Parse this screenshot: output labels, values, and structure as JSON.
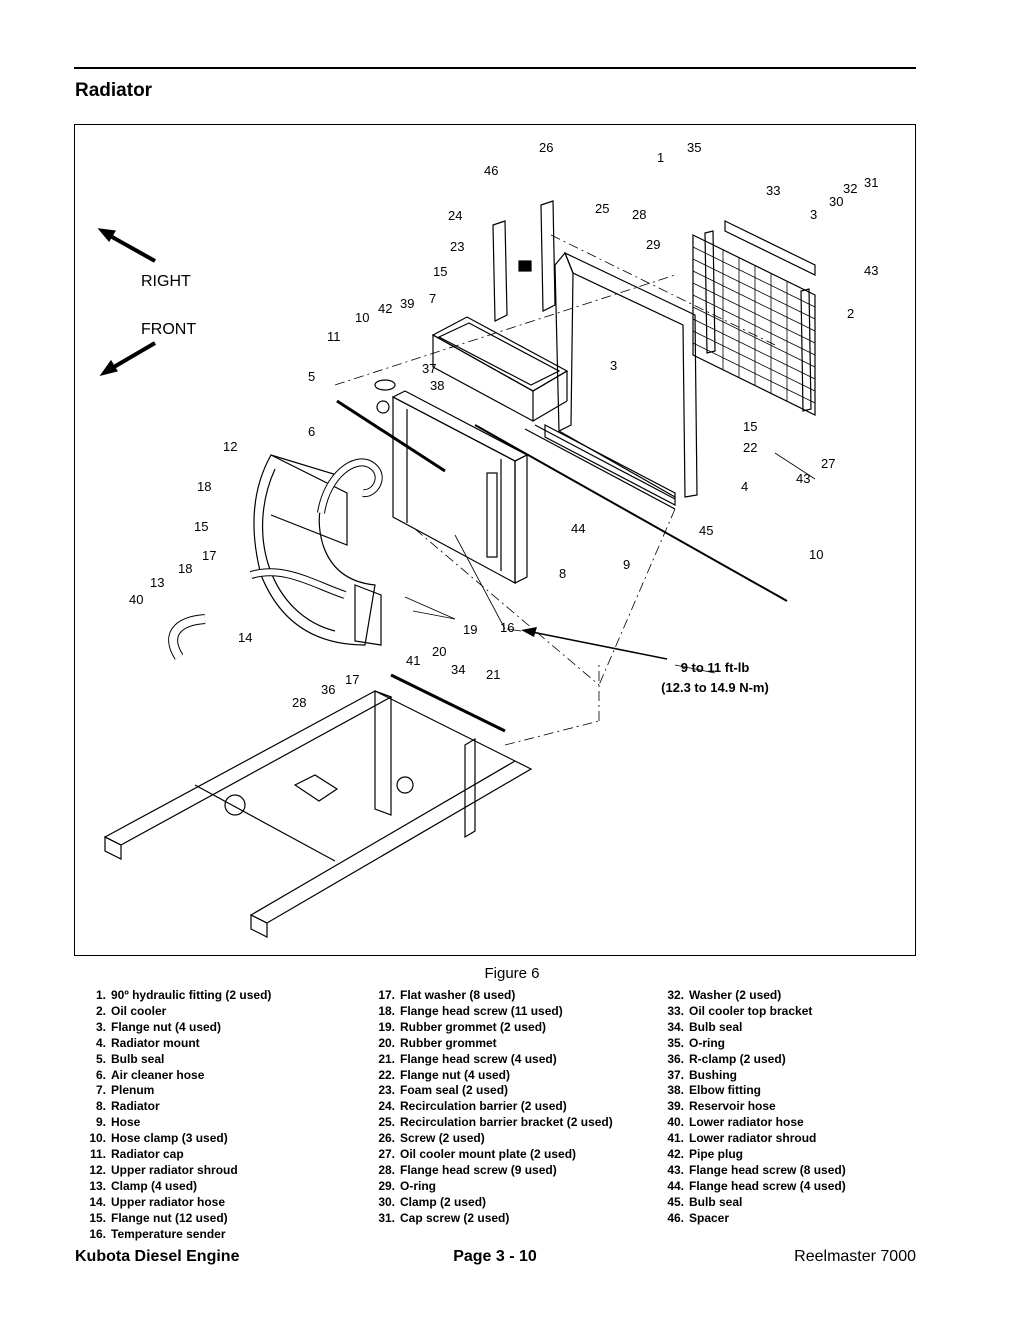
{
  "section_title": "Radiator",
  "figure": {
    "caption": "Figure 6",
    "direction_labels": {
      "right": "RIGHT",
      "front": "FRONT"
    },
    "torque_spec": {
      "line1": "9 to 11 ft-lb",
      "line2": "(12.3 to 14.9 N-m)"
    },
    "callouts": [
      "26",
      "35",
      "1",
      "46",
      "33",
      "32",
      "31",
      "30",
      "3",
      "24",
      "25",
      "28",
      "29",
      "23",
      "43",
      "15",
      "2",
      "42",
      "39",
      "7",
      "10",
      "11",
      "3",
      "37",
      "38",
      "5",
      "15",
      "22",
      "6",
      "12",
      "27",
      "43",
      "4",
      "18",
      "44",
      "45",
      "15",
      "17",
      "18",
      "9",
      "10",
      "13",
      "40",
      "8",
      "16",
      "19",
      "14",
      "20",
      "41",
      "34",
      "21",
      "17",
      "36",
      "28"
    ]
  },
  "legend": {
    "col1": [
      {
        "num": "1.",
        "text": "90º hydraulic fitting (2 used)"
      },
      {
        "num": "2.",
        "text": "Oil cooler"
      },
      {
        "num": "3.",
        "text": "Flange nut (4 used)"
      },
      {
        "num": "4.",
        "text": "Radiator mount"
      },
      {
        "num": "5.",
        "text": "Bulb seal"
      },
      {
        "num": "6.",
        "text": "Air cleaner hose"
      },
      {
        "num": "7.",
        "text": "Plenum"
      },
      {
        "num": "8.",
        "text": "Radiator"
      },
      {
        "num": "9.",
        "text": "Hose"
      },
      {
        "num": "10.",
        "text": "Hose clamp (3 used)"
      },
      {
        "num": "11.",
        "text": "Radiator cap"
      },
      {
        "num": "12.",
        "text": "Upper radiator shroud"
      },
      {
        "num": "13.",
        "text": "Clamp (4 used)"
      },
      {
        "num": "14.",
        "text": "Upper radiator hose"
      },
      {
        "num": "15.",
        "text": "Flange nut (12 used)"
      },
      {
        "num": "16.",
        "text": "Temperature sender"
      }
    ],
    "col2": [
      {
        "num": "17.",
        "text": "Flat washer (8 used)"
      },
      {
        "num": "18.",
        "text": "Flange head screw (11 used)"
      },
      {
        "num": "19.",
        "text": "Rubber grommet (2 used)"
      },
      {
        "num": "20.",
        "text": "Rubber grommet"
      },
      {
        "num": "21.",
        "text": "Flange head screw (4 used)"
      },
      {
        "num": "22.",
        "text": "Flange nut (4 used)"
      },
      {
        "num": "23.",
        "text": "Foam seal (2 used)"
      },
      {
        "num": "24.",
        "text": "Recirculation barrier (2 used)"
      },
      {
        "num": "25.",
        "text": "Recirculation barrier bracket (2 used)"
      },
      {
        "num": "26.",
        "text": "Screw (2 used)"
      },
      {
        "num": "27.",
        "text": "Oil cooler mount plate (2 used)"
      },
      {
        "num": "28.",
        "text": "Flange head screw (9 used)"
      },
      {
        "num": "29.",
        "text": "O-ring"
      },
      {
        "num": "30.",
        "text": "Clamp (2 used)"
      },
      {
        "num": "31.",
        "text": "Cap screw (2 used)"
      }
    ],
    "col3": [
      {
        "num": "32.",
        "text": "Washer (2 used)"
      },
      {
        "num": "33.",
        "text": "Oil cooler top bracket"
      },
      {
        "num": "34.",
        "text": "Bulb seal"
      },
      {
        "num": "35.",
        "text": "O-ring"
      },
      {
        "num": "36.",
        "text": "R-clamp (2 used)"
      },
      {
        "num": "37.",
        "text": "Bushing"
      },
      {
        "num": "38.",
        "text": "Elbow fitting"
      },
      {
        "num": "39.",
        "text": "Reservoir hose"
      },
      {
        "num": "40.",
        "text": "Lower radiator hose"
      },
      {
        "num": "41.",
        "text": "Lower radiator shroud"
      },
      {
        "num": "42.",
        "text": "Pipe plug"
      },
      {
        "num": "43.",
        "text": "Flange head screw (8 used)"
      },
      {
        "num": "44.",
        "text": "Flange head screw (4 used)"
      },
      {
        "num": "45.",
        "text": "Bulb seal"
      },
      {
        "num": "46.",
        "text": "Spacer"
      }
    ]
  },
  "footer": {
    "left": "Kubota Diesel Engine",
    "center": "Page 3 - 10",
    "right": "Reelmaster 7000"
  }
}
